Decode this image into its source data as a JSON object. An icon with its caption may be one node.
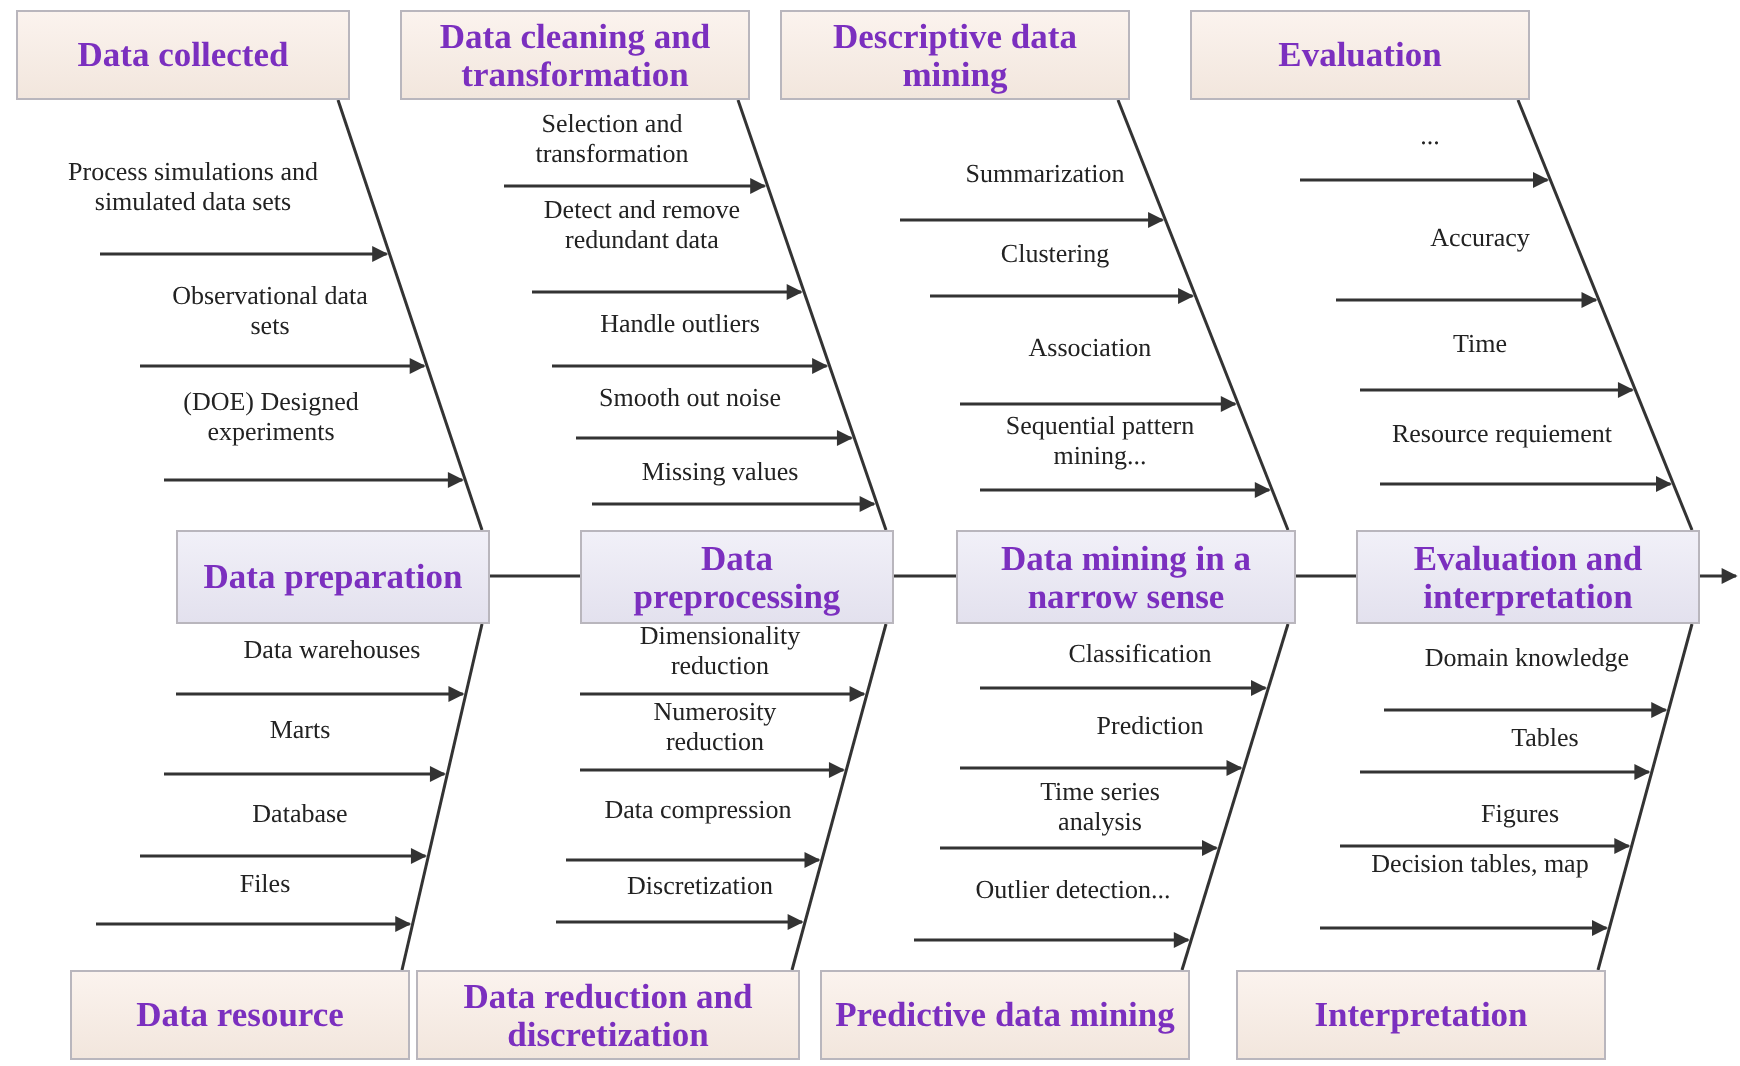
{
  "diagram": {
    "nodes": [
      {
        "text": [
          "Data collected"
        ]
      },
      {
        "text": [
          "Data cleaning and transformation"
        ]
      },
      {
        "text": [
          "Descriptive data mining"
        ]
      },
      {
        "text": [
          "Evaluation"
        ]
      },
      {
        "text": [
          "Data preparation"
        ]
      },
      {
        "text": [
          "Data preprocessing"
        ]
      },
      {
        "text": [
          "Data mining in a narrow sense"
        ]
      },
      {
        "text": [
          "Evaluation and interpretation"
        ]
      },
      {
        "text": [
          "Data resource"
        ]
      },
      {
        "text": [
          "Data reduction and discretization"
        ]
      },
      {
        "text": [
          "Predictive data mining"
        ]
      },
      {
        "text": [
          "Interpretation"
        ]
      }
    ],
    "edges": [
      {
        "from": 0,
        "to": 4,
        "arrow": "none"
      },
      {
        "from": 1,
        "to": 5,
        "arrow": "none"
      },
      {
        "from": 2,
        "to": 6,
        "arrow": "none"
      },
      {
        "from": 3,
        "to": 7,
        "arrow": "none"
      },
      {
        "from": 8,
        "to": 4,
        "arrow": "none"
      },
      {
        "from": 9,
        "to": 5,
        "arrow": "none"
      },
      {
        "from": 10,
        "to": 6,
        "arrow": "none"
      },
      {
        "from": 11,
        "to": 7,
        "arrow": "none"
      },
      {
        "from": 4,
        "to": 5,
        "arrow": "none"
      },
      {
        "from": 5,
        "to": 6,
        "arrow": "none"
      },
      {
        "from": 6,
        "to": 7,
        "arrow": "none"
      },
      {
        "from": 7,
        "to": null,
        "arrow": "to"
      }
    ],
    "labels": [
      "Process simulations and simulated data sets",
      "Observational data sets",
      "(DOE) Designed experiments",
      "Selection and transformation",
      "Detect and remove redundant data",
      "Handle outliers",
      "Smooth out noise",
      "Missing values",
      "Summarization",
      "Clustering",
      "Association",
      "Sequential pattern mining...",
      "...",
      "Accuracy",
      "Time",
      "Resource requiement",
      "Data warehouses",
      "Marts",
      "Database",
      "Files",
      "Dimensionality reduction",
      "Numerosity reduction",
      "Data compression",
      "Discretization",
      "Classification",
      "Prediction",
      "Time series analysis",
      "Outlier detection...",
      "Domain knowledge",
      "Tables",
      "Figures",
      "Decision tables, map"
    ]
  }
}
